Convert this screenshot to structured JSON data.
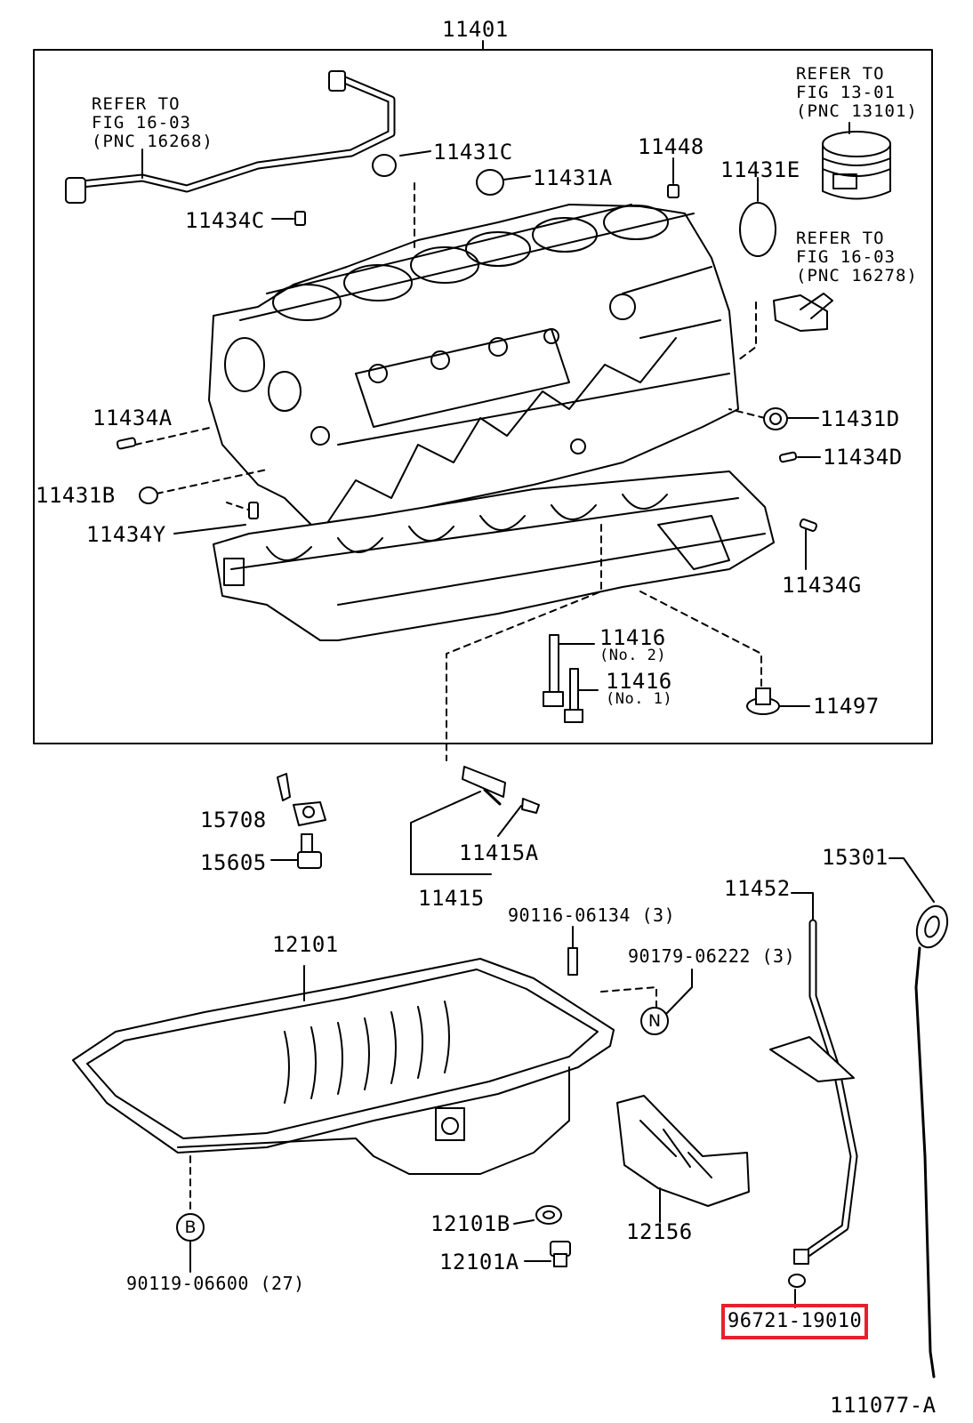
{
  "diagram": {
    "figure_code": "111077-A",
    "highlight_color": "#e8202a",
    "highlighted_part": "96721-19010",
    "references": [
      {
        "id": "ref_top_left",
        "lines": [
          "REFER TO",
          "FIG 16-03",
          "(PNC 16268)"
        ]
      },
      {
        "id": "ref_top_right",
        "lines": [
          "REFER TO",
          "FIG 13-01",
          "(PNC 13101)"
        ]
      },
      {
        "id": "ref_mid_right",
        "lines": [
          "REFER TO",
          "FIG 16-03",
          "(PNC 16278)"
        ]
      }
    ],
    "parts": [
      {
        "id": "p11401",
        "label": "11401"
      },
      {
        "id": "p11431C",
        "label": "11431C"
      },
      {
        "id": "p11431A",
        "label": "11431A"
      },
      {
        "id": "p11448",
        "label": "11448"
      },
      {
        "id": "p11431E",
        "label": "11431E"
      },
      {
        "id": "p11434C",
        "label": "11434C"
      },
      {
        "id": "p11434A",
        "label": "11434A"
      },
      {
        "id": "p11431D",
        "label": "11431D"
      },
      {
        "id": "p11434D",
        "label": "11434D"
      },
      {
        "id": "p11431B",
        "label": "11431B"
      },
      {
        "id": "p11434Y",
        "label": "11434Y"
      },
      {
        "id": "p11434G",
        "label": "11434G"
      },
      {
        "id": "p11416a",
        "label": "11416",
        "note": "(No. 2)"
      },
      {
        "id": "p11416b",
        "label": "11416",
        "note": "(No. 1)"
      },
      {
        "id": "p11497",
        "label": "11497"
      },
      {
        "id": "p15708",
        "label": "15708"
      },
      {
        "id": "p15605",
        "label": "15605"
      },
      {
        "id": "p11415A",
        "label": "11415A"
      },
      {
        "id": "p11415",
        "label": "11415"
      },
      {
        "id": "p15301",
        "label": "15301"
      },
      {
        "id": "p11452",
        "label": "11452"
      },
      {
        "id": "p90116",
        "label": "90116-06134 (3)"
      },
      {
        "id": "p90179",
        "label": "90179-06222 (3)"
      },
      {
        "id": "p12101",
        "label": "12101"
      },
      {
        "id": "p12101B",
        "label": "12101B"
      },
      {
        "id": "p12101A",
        "label": "12101A"
      },
      {
        "id": "p12156",
        "label": "12156"
      },
      {
        "id": "p90119",
        "label": "90119-06600 (27)"
      },
      {
        "id": "p96721",
        "label": "96721-19010"
      }
    ],
    "markers": [
      {
        "id": "mN",
        "letter": "N"
      },
      {
        "id": "mB",
        "letter": "B"
      }
    ]
  }
}
